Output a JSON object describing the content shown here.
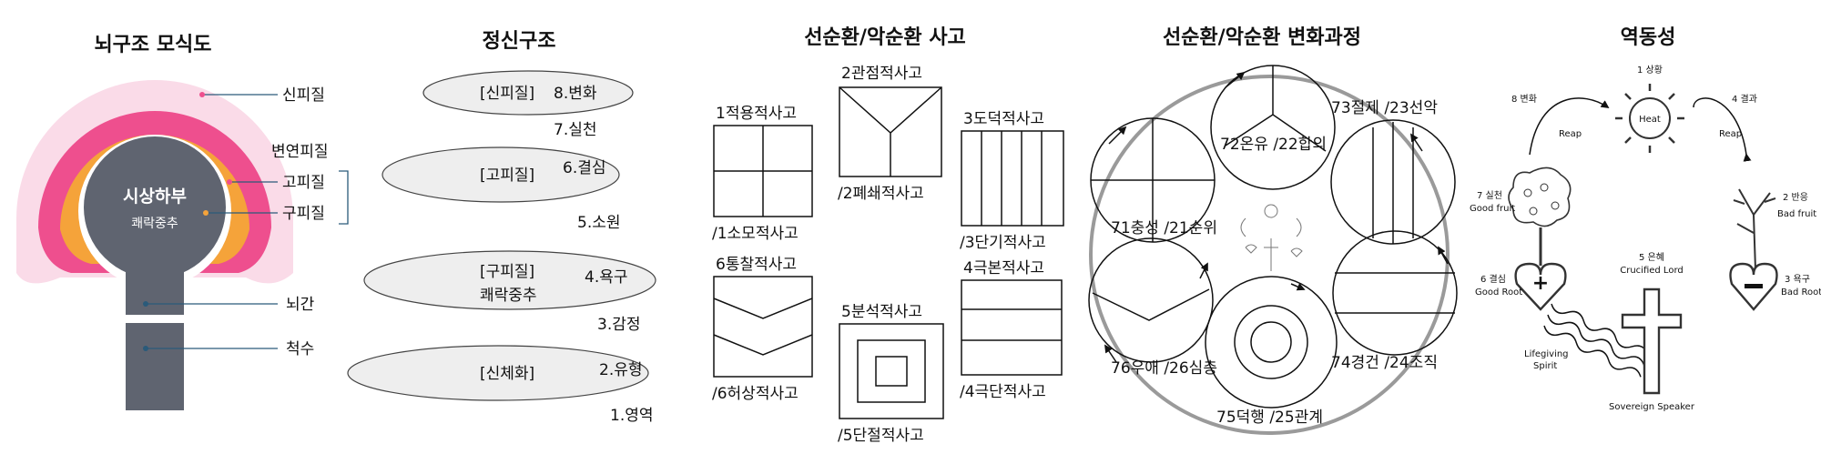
{
  "brain": {
    "title": "뇌구조 모식도",
    "labels": [
      "신피질",
      "변연피질",
      "고피질",
      "구피질",
      "뇌간",
      "척수"
    ],
    "center_main": "시상하부",
    "center_sub": "쾌락중추"
  },
  "mental": {
    "title": "정신구조",
    "ellipses": [
      "[신피질]",
      "[고피질]",
      "[구피질]",
      "[신체화]"
    ],
    "ellipse3_sub": "쾌락중추",
    "steps": [
      "8.변화",
      "7.실천",
      "6.결심",
      "5.소원",
      "4.욕구",
      "3.감정",
      "2.유형",
      "1.영역"
    ]
  },
  "thinking": {
    "title": "선순환/악순환 사고",
    "tops": [
      "1적용적사고",
      "2관점적사고",
      "3도덕적사고",
      "6통찰적사고",
      "5분석적사고",
      "4극본적사고"
    ],
    "bottoms": [
      "/1소모적사고",
      "/2폐쇄적사고",
      "/3단기적사고",
      "/6허상적사고",
      "/5단절적사고",
      "/4극단적사고"
    ]
  },
  "process": {
    "title": "선순환/악순환 변화과정",
    "labels": [
      "73절제 /23선악",
      "72온유 /22합의",
      "71충성 /21순위",
      "74경건 /24조직",
      "76우애 /26심층",
      "75덕행 /25관계"
    ]
  },
  "dynamics": {
    "title": "역동성",
    "labels": [
      "1 상황",
      "Heat",
      "8 변화",
      "4 결과",
      "Reap",
      "Reap",
      "7 실천",
      "Good fruit",
      "2 반응",
      "Bad fruit",
      "5 은혜",
      "Crucified Lord",
      "6 결심",
      "Good Root",
      "3 욕구",
      "Bad Root",
      "Lifegiving",
      "Spirit",
      "Sovereign Speaker"
    ]
  },
  "colors": {
    "pink": "#ee4f8e",
    "orange": "#f5a33a",
    "lightpink": "#f6b9d3",
    "gray": "#5f6470"
  }
}
